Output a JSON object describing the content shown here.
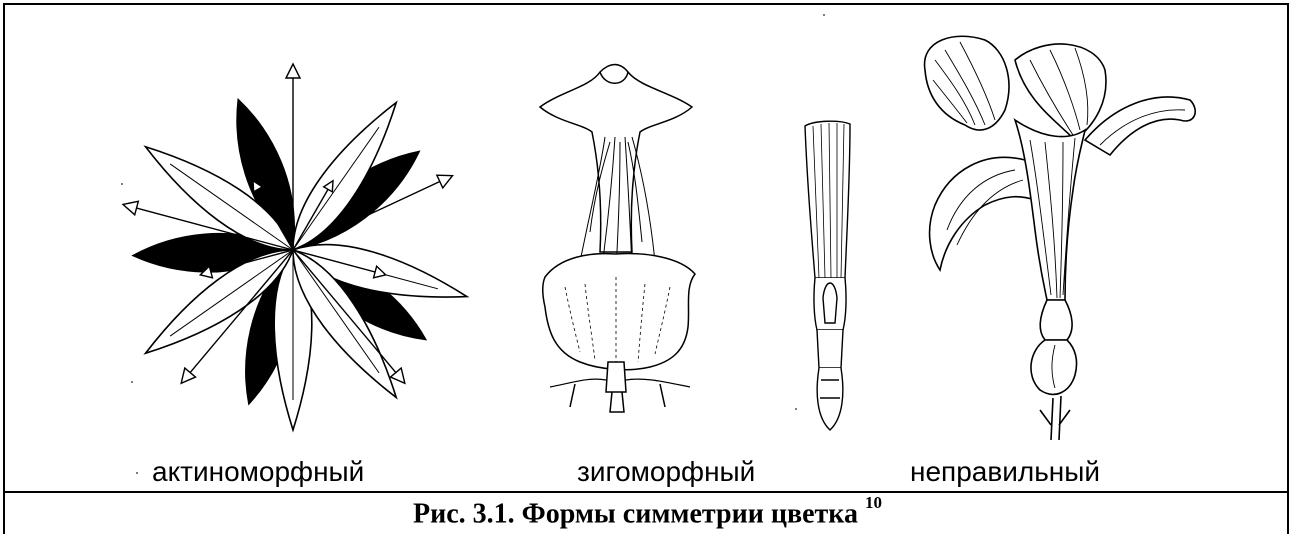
{
  "figure": {
    "labels": {
      "actinomorphic": "актиноморфный",
      "zygomorphic": "зигоморфный",
      "irregular": "неправильный"
    },
    "caption": {
      "text": "Рис. 3.1. Формы симметрии цветка",
      "footnote": "10"
    },
    "ink_color": "#000000"
  }
}
